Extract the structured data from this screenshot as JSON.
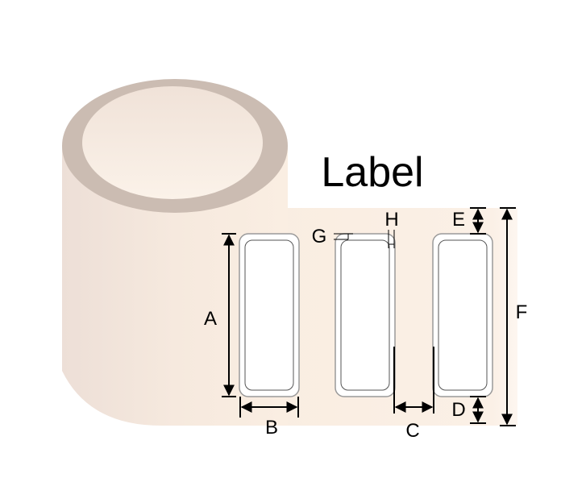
{
  "title": "Label",
  "dimensions": {
    "A": "A",
    "B": "B",
    "C": "C",
    "D": "D",
    "E": "E",
    "F": "F",
    "G": "G",
    "H": "H"
  },
  "colors": {
    "roll_rim": "#cbbcb2",
    "roll_body": "#efe2da",
    "liner": "#faeee2",
    "label_outline": "#9a9a9a"
  }
}
